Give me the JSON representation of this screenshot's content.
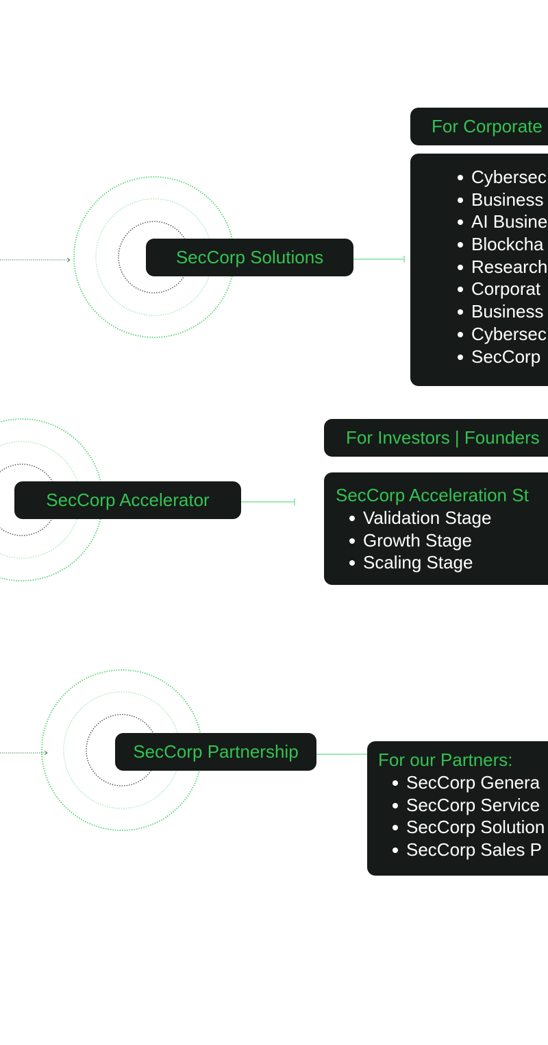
{
  "solutions": {
    "node_label": "SecCorp Solutions",
    "header": "For Corporate",
    "items": [
      "Cybersec",
      "Business",
      "AI Busine",
      "Blockcha",
      "Research",
      "Corporat",
      "Business",
      "Cybersec",
      "SecCorp"
    ]
  },
  "accelerator": {
    "node_label": "SecCorp Accelerator",
    "header": "For Investors | Founders",
    "list_title": "SecCorp Acceleration St",
    "items": [
      "Validation Stage",
      "Growth Stage",
      "Scaling Stage"
    ]
  },
  "partnership": {
    "node_label": "SecCorp Partnership",
    "list_title": "For our Partners:",
    "items": [
      "SecCorp Genera",
      "SecCorp Service",
      "SecCorp Solution",
      "SecCorp Sales P"
    ]
  },
  "colors": {
    "accent": "#34c253",
    "box": "#161a18",
    "connector": "#9fe8b4"
  }
}
